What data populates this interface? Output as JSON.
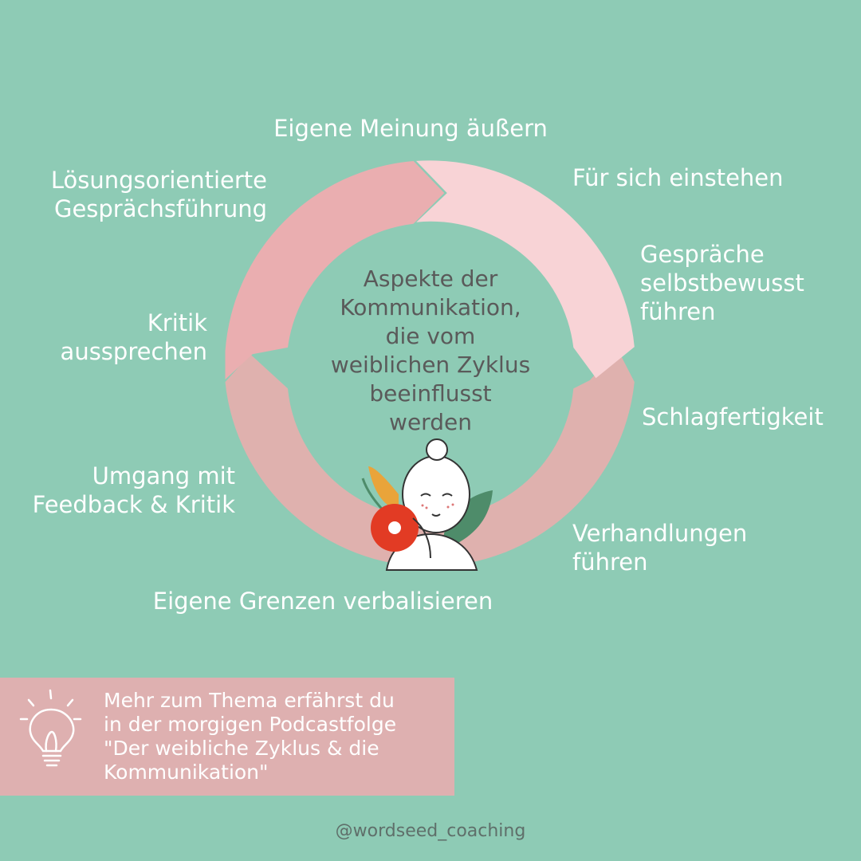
{
  "diagram": {
    "center_text": "Aspekte der\nKommunikation,\ndie vom\nweiblichen Zyklus\nbeeinflusst\nwerden",
    "labels": {
      "top": "Eigene Meinung äußern",
      "top_left": "Lösungsorientierte\nGesprächsführung",
      "left": "Kritik\naussprechen",
      "bottom_left": "Umgang mit\nFeedback & Kritik",
      "bottom": "Eigene Grenzen verbalisieren",
      "top_right": "Für sich einstehen",
      "right_upper": "Gespräche\nselbstbewusst\nführen",
      "right": "Schlagfertigkeit",
      "bottom_right": "Verhandlungen\nführen"
    },
    "colors": {
      "background": "#8ecbb5",
      "arrow_top_left": "#eaaeb0",
      "arrow_right": "#f8d3d6",
      "arrow_bottom": "#dfb1ae",
      "flower": "#e23b24",
      "leaf": "#4e8c6a"
    }
  },
  "cta": {
    "text": "Mehr zum Thema erfährst du\nin der morgigen Podcastfolge\n\"Der weibliche Zyklus & die\nKommunikation\"",
    "icon": "lightbulb-icon",
    "color": "#deb0b0"
  },
  "handle": "@wordseed_coaching"
}
